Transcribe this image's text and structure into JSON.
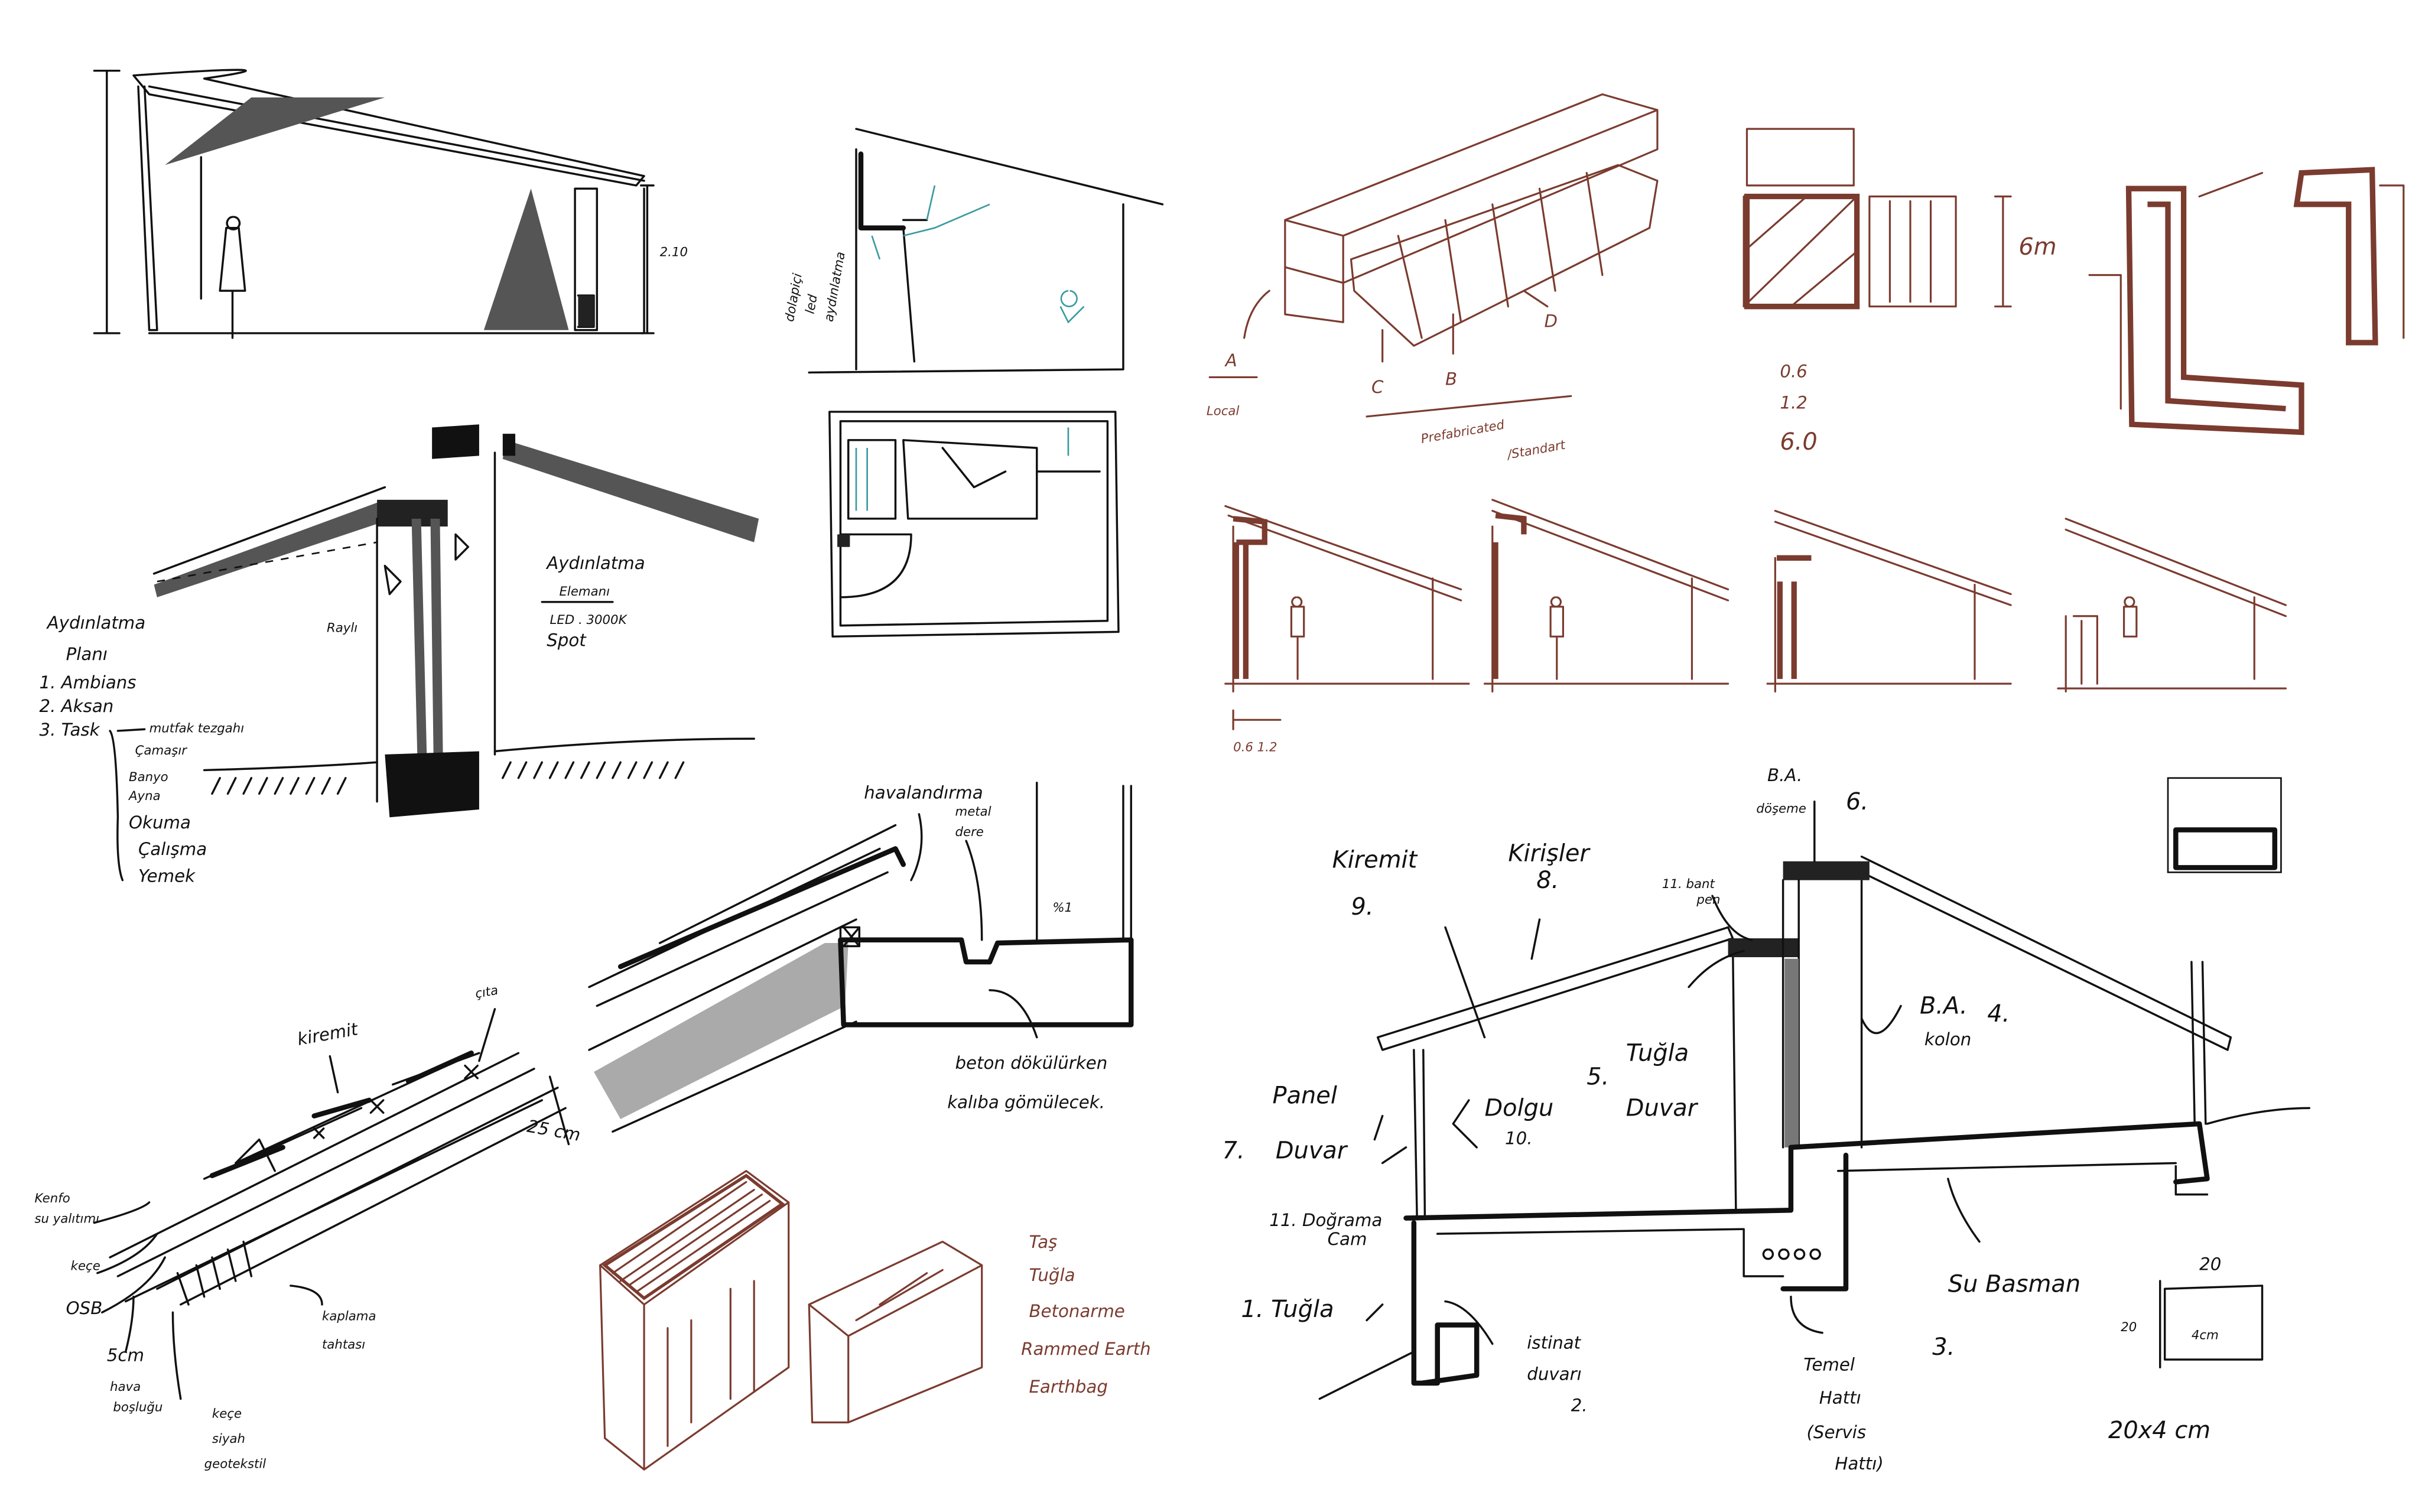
{
  "colors": {
    "ink": "#111111",
    "brown_ink": "#7b3b2f",
    "teal_ink": "#3a9aa0",
    "grey_fill": "#555555",
    "light_grey_fill": "#aaaaaa"
  },
  "sketch_top_left": {
    "height_label": "2.10"
  },
  "sketch_cabinet": {
    "note": [
      "dolapiçi",
      "led",
      "aydınlatma"
    ]
  },
  "lighting": {
    "title": [
      "Aydınlatma",
      "Planı"
    ],
    "items": [
      "1. Ambians",
      "2. Aksan",
      "3. Task"
    ],
    "task_items": [
      "mutfak tezgahı",
      "Çamaşır",
      "Banyo",
      "Ayna",
      "Okuma",
      "Çalışma",
      "Yemek"
    ],
    "rail_label": "Raylı",
    "element_title": [
      "Aydınlatma",
      "Elemanı"
    ],
    "element_spec": [
      "LED . 3000K",
      "Spot"
    ]
  },
  "prefab": {
    "labels": {
      "a": "A",
      "b": "B",
      "c": "C",
      "d": "D"
    },
    "local": "Local",
    "prefab_label": "Prefabricated",
    "standard_label": "/Standart",
    "height": "6m",
    "modules": [
      "0.6",
      "1.2",
      "6.0"
    ],
    "section_dims": "0.6 1.2"
  },
  "roof_detail": {
    "labels": [
      "kiremit",
      "çıta",
      "25 cm",
      "Kenfo",
      "su yalıtımı",
      "keçe",
      "OSB",
      "5cm",
      "hava",
      "boşluğu",
      "keçe",
      "siyah",
      "geotekstil",
      "kaplama",
      "tahtası"
    ]
  },
  "eave_detail": {
    "ventilation": "havalandırma",
    "gutter": [
      "metal",
      "dere"
    ],
    "slope": "%1",
    "note": [
      "beton dökülürken",
      "kalıba gömülecek."
    ]
  },
  "materials": [
    "Taş",
    "Tuğla",
    "Betonarme",
    "Rammed Earth",
    "Earthbag"
  ],
  "section": {
    "kiremit": [
      "Kiremit",
      "9."
    ],
    "kirisler": [
      "Kirişler",
      "8."
    ],
    "doseme": [
      "B.A.",
      "döşeme",
      "6."
    ],
    "bant": [
      "11. bant",
      "pen"
    ],
    "kolon": [
      "B.A.",
      "kolon",
      "4."
    ],
    "tugla_duvar": [
      "5.",
      "Tuğla",
      "Duvar"
    ],
    "panel": [
      "Panel",
      "7.",
      "Duvar"
    ],
    "dolgu": [
      "Dolgu",
      "10."
    ],
    "dograma": [
      "11. Doğrama",
      "Cam"
    ],
    "tugla": "1. Tuğla",
    "istinat": [
      "istinat",
      "duvarı",
      "2."
    ],
    "temel": [
      "Temel",
      "Hattı",
      "(Servis",
      "Hattı)"
    ],
    "su_basman": "Su Basman",
    "three": "3.",
    "dim_top": "20",
    "dim_side": "20",
    "dim_inner": "4cm",
    "dim_total": "20x4 cm"
  }
}
